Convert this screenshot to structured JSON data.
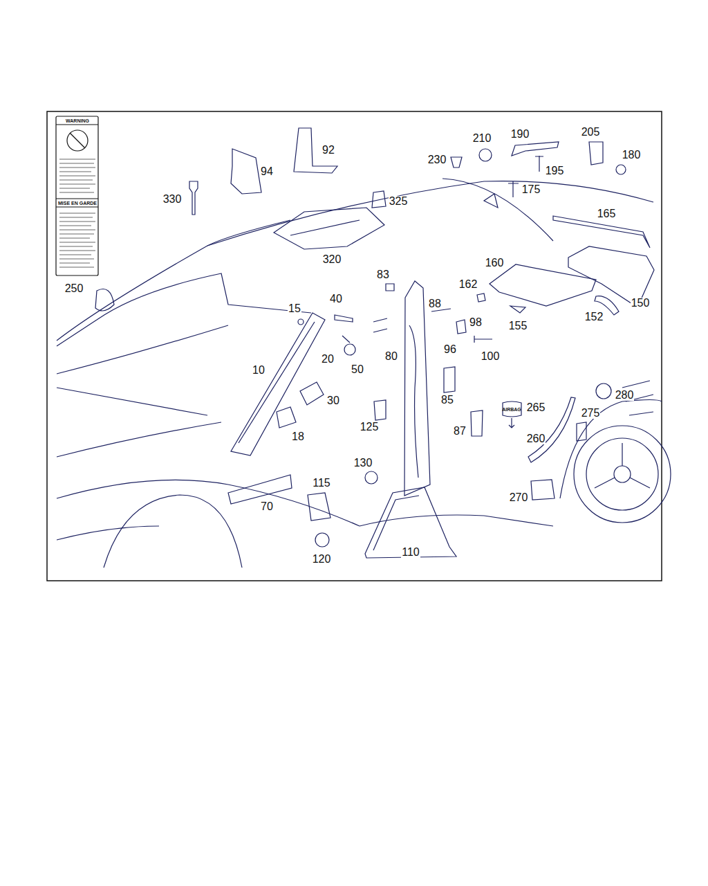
{
  "diagram": {
    "labels": [
      "WARNING",
      "MISE EN GARDE",
      "92",
      "94",
      "330",
      "320",
      "325",
      "230",
      "210",
      "190",
      "195",
      "205",
      "180",
      "175",
      "165",
      "160",
      "150",
      "152",
      "155",
      "162",
      "98",
      "96",
      "100",
      "88",
      "83",
      "80",
      "85",
      "87",
      "265",
      "AIRBAG",
      "260",
      "275",
      "280",
      "270",
      "250",
      "15",
      "40",
      "20",
      "50",
      "10",
      "30",
      "18",
      "125",
      "130",
      "115",
      "70",
      "110",
      "120"
    ]
  }
}
